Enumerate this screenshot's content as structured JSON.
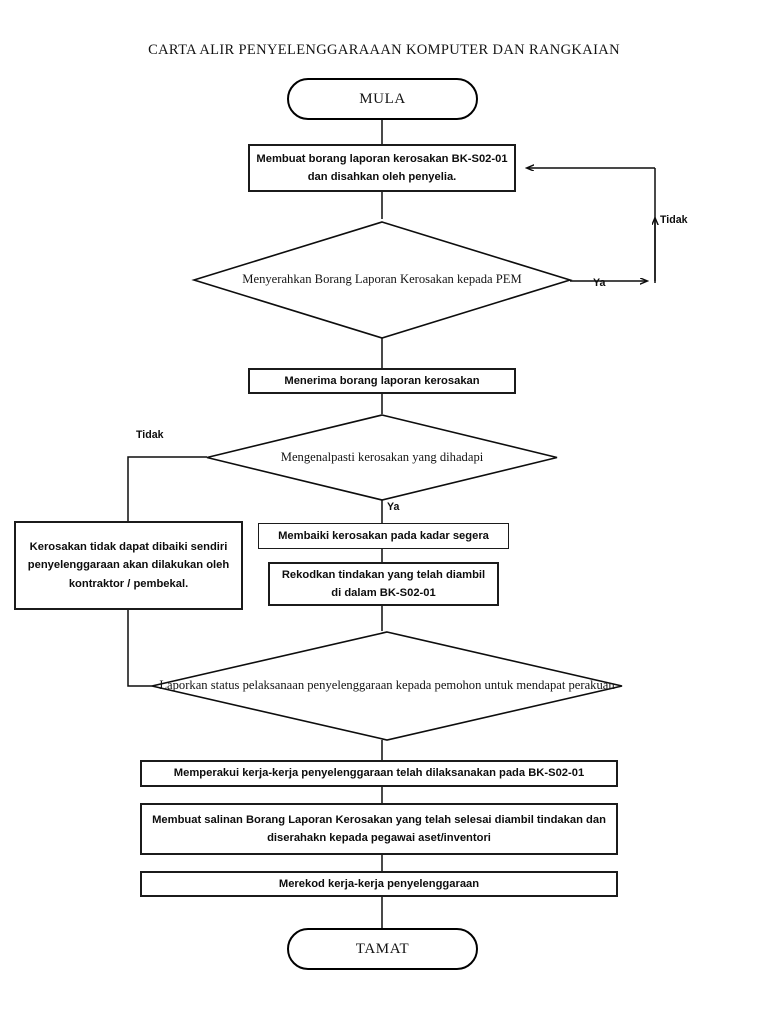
{
  "document": {
    "title": "CARTA ALIR PENYELENGGARAAAN KOMPUTER DAN RANGKAIAN"
  },
  "chart_data": {
    "type": "diagram",
    "diagram_kind": "flowchart",
    "title": "CARTA ALIR PENYELENGGARAAAN KOMPUTER DAN RANGKAIAN",
    "orientation": "top-to-bottom",
    "nodes": [
      {
        "id": "n1",
        "shape": "terminator",
        "text": "MULA"
      },
      {
        "id": "n2",
        "shape": "process",
        "text": "Membuat borang laporan kerosakan BK-S02-01 dan disahkan oleh penyelia."
      },
      {
        "id": "n3",
        "shape": "decision",
        "text": "Menyerahkan Borang Laporan Kerosakan kepada PEM"
      },
      {
        "id": "n4",
        "shape": "process",
        "text": "Menerima borang laporan kerosakan"
      },
      {
        "id": "n5",
        "shape": "decision",
        "text": "Mengenalpasti kerosakan yang dihadapi"
      },
      {
        "id": "n6",
        "shape": "process",
        "text": "Kerosakan tidak dapat dibaiki sendiri penyelenggaraan akan dilakukan oleh kontraktor / pembekal."
      },
      {
        "id": "n7",
        "shape": "process",
        "text": "Membaiki kerosakan pada kadar segera"
      },
      {
        "id": "n8",
        "shape": "process",
        "text": "Rekodkan tindakan yang telah diambil di dalam BK-S02-01"
      },
      {
        "id": "n9",
        "shape": "decision",
        "text": "Laporkan status pelaksanaan penyelenggaraan kepada pemohon untuk mendapat perakuan"
      },
      {
        "id": "n10",
        "shape": "process",
        "text": "Memperakui kerja-kerja penyelenggaraan telah dilaksanakan pada BK-S02-01"
      },
      {
        "id": "n11",
        "shape": "process",
        "text": "Membuat salinan Borang Laporan Kerosakan yang telah selesai diambil tindakan dan diserahakn kepada pegawai aset/inventori"
      },
      {
        "id": "n12",
        "shape": "process",
        "text": "Merekod kerja-kerja penyelenggaraan"
      },
      {
        "id": "n13",
        "shape": "terminator",
        "text": "TAMAT"
      }
    ],
    "edges": [
      {
        "from": "n1",
        "to": "n2",
        "label": ""
      },
      {
        "from": "n2",
        "to": "n3",
        "label": ""
      },
      {
        "from": "n3",
        "to": "n2",
        "label": "Ya",
        "route": "right-loop-up"
      },
      {
        "from": "n3",
        "to": "n4",
        "label": ""
      },
      {
        "from": "n4",
        "to": "n5",
        "label": ""
      },
      {
        "from": "n5",
        "to": "n6",
        "label": "Tidak",
        "route": "left-branch"
      },
      {
        "from": "n5",
        "to": "n7",
        "label": "Ya",
        "route": "down"
      },
      {
        "from": "n7",
        "to": "n8",
        "label": ""
      },
      {
        "from": "n8",
        "to": "n9",
        "label": ""
      },
      {
        "from": "n6",
        "to": "n9",
        "label": "",
        "route": "left-down"
      },
      {
        "from": "n9",
        "to": "n10",
        "label": ""
      },
      {
        "from": "n10",
        "to": "n11",
        "label": ""
      },
      {
        "from": "n11",
        "to": "n12",
        "label": ""
      },
      {
        "from": "n12",
        "to": "n13",
        "label": ""
      }
    ],
    "labels": {
      "ya_top": "Ya",
      "tidak_top": "Tidak",
      "tidak_mid": "Tidak",
      "ya_mid": "Ya"
    }
  },
  "nodes": {
    "mula": "MULA",
    "membuat_borang": "Membuat borang laporan kerosakan BK-S02-01 dan disahkan oleh penyelia.",
    "menyerahkan_borang": "Menyerahkan Borang Laporan Kerosakan kepada PEM",
    "menerima_borang": "Menerima borang laporan kerosakan",
    "mengenalpasti": "Mengenalpasti kerosakan yang dihadapi",
    "kerosakan_tidak_dapat": "Kerosakan tidak dapat dibaiki sendiri penyelenggaraan akan dilakukan oleh kontraktor / pembekal.",
    "membaiki_kerosakan": "Membaiki kerosakan pada kadar segera",
    "rekodkan_tindakan": "Rekodkan tindakan yang telah diambil di dalam BK-S02-01",
    "laporkan_status": "Laporkan status pelaksanaan penyelenggaraan kepada pemohon untuk mendapat perakuan",
    "memperakui": "Memperakui kerja-kerja penyelenggaraan telah dilaksanakan pada BK-S02-01",
    "membuat_salinan": "Membuat salinan Borang Laporan Kerosakan yang telah selesai diambil tindakan dan diserahakn kepada pegawai aset/inventori",
    "merekod": "Merekod kerja-kerja penyelenggaraan",
    "tamat": "TAMAT"
  },
  "edge_labels": {
    "ya_top": "Ya",
    "tidak_top": "Tidak",
    "tidak_mid": "Tidak",
    "ya_mid": "Ya"
  },
  "colors": {
    "stroke": "#000000",
    "text": "#141414",
    "background": "#ffffff"
  }
}
